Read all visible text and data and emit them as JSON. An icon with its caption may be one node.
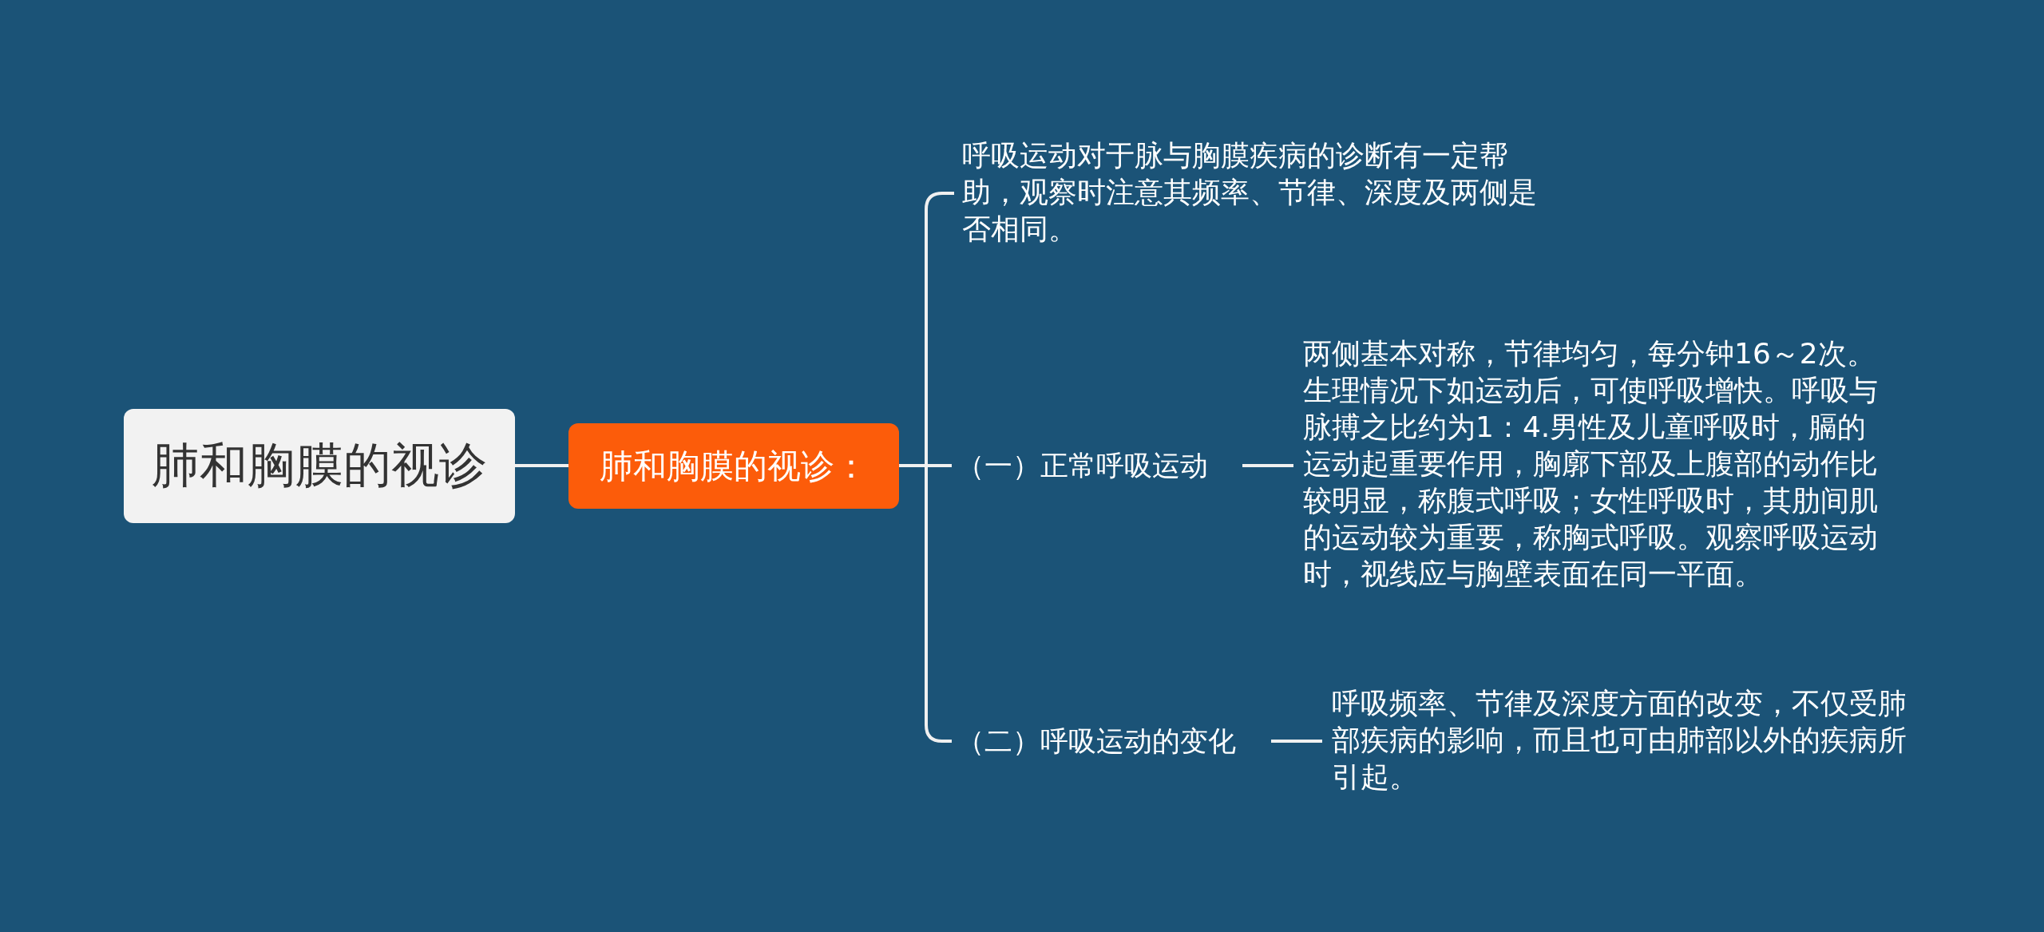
{
  "diagram": {
    "nodes": [
      {
        "text": [
          "肺和胸膜的视诊"
        ]
      },
      {
        "text": [
          "肺和胸膜的视诊："
        ]
      },
      {
        "text": [
          "呼吸运动对于脉与胸膜疾病的诊断有一定帮助，观察时注意其频率、节律、深度及两侧是否相同。"
        ]
      },
      {
        "text": [
          "（一）正常呼吸运动"
        ]
      },
      {
        "text": [
          "两侧基本对称，节律均匀，每分钟16～2次。生理情况下如运动后，可使呼吸增快。呼吸与脉搏之比约为1：4.男性及儿童呼吸时，膈的运动起重要作用，胸廓下部及上腹部的动作比较明显，称腹式呼吸；女性呼吸时，其肋间肌的运动较为重要，称胸式呼吸。观察呼吸运动时，视线应与胸壁表面在同一平面。"
        ]
      },
      {
        "text": [
          "（二）呼吸运动的变化"
        ]
      },
      {
        "text": [
          "呼吸频率、节律及深度方面的改变，不仅受肺部疾病的影响，而且也可由肺部以外的疾病所引起。"
        ]
      }
    ],
    "edges": [
      {
        "from": 0,
        "to": 1,
        "arrow": "none"
      },
      {
        "from": 1,
        "to": 2,
        "arrow": "none"
      },
      {
        "from": 1,
        "to": 3,
        "arrow": "none"
      },
      {
        "from": 1,
        "to": 5,
        "arrow": "none"
      },
      {
        "from": 3,
        "to": 4,
        "arrow": "none"
      },
      {
        "from": 5,
        "to": 6,
        "arrow": "none"
      }
    ]
  }
}
